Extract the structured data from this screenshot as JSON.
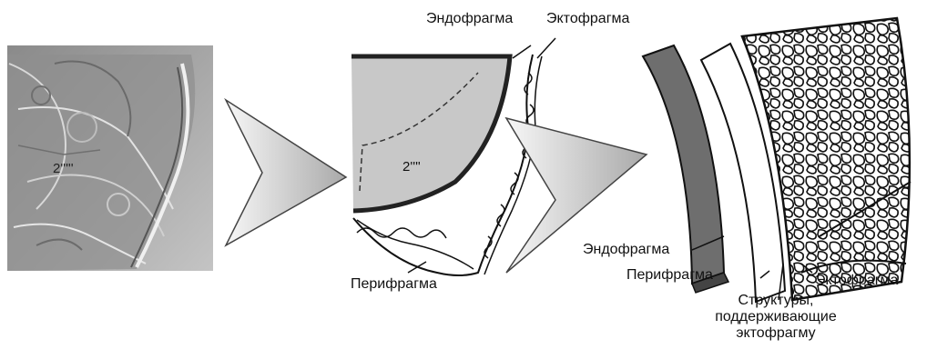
{
  "panels": {
    "micrograph": {
      "plate_label": "2'''''"
    },
    "schematic": {
      "plate_label": "2''''",
      "labels": {
        "endophragm": "Эндофрагма",
        "ectophragm": "Эктофрагма",
        "periphragm": "Перифрагма"
      }
    },
    "layers_3d": {
      "labels": {
        "endophragm": "Эндофрагма",
        "periphragm": "Перифрагма",
        "ectophragm": "Эктофрагма",
        "supporting_structures": "Структуры,\nподдерживающие\nэктофрагму"
      }
    }
  },
  "colors": {
    "endophragm_fill": "#6e6e6e",
    "schematic_fill": "#c8c8c8",
    "micrograph_bg": "#9a9a9a",
    "arrow_light": "#f5f5f5",
    "arrow_dark": "#a8a8a8"
  }
}
